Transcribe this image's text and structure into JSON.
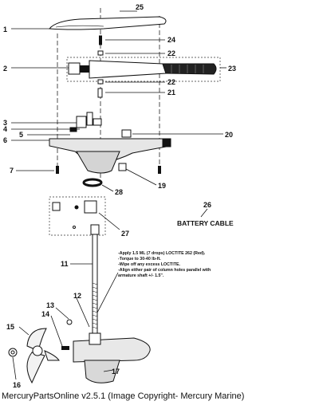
{
  "callouts": {
    "n1": "1",
    "n2": "2",
    "n3": "3",
    "n4": "4",
    "n5": "5",
    "n6": "6",
    "n7": "7",
    "n11": "11",
    "n12": "12",
    "n13": "13",
    "n14": "14",
    "n15": "15",
    "n16": "16",
    "n17": "17",
    "n19": "19",
    "n20": "20",
    "n21": "21",
    "n22a": "22",
    "n22b": "22",
    "n23": "23",
    "n24": "24",
    "n25": "25",
    "n26": "26",
    "n27": "27",
    "n28": "28"
  },
  "battery_label": "BATTERY CABLE",
  "notes": [
    "-Apply 1.5 ML (7 drops) LOCTITE 262 (Red).",
    "-Torque to 30-40 lb-ft.",
    "-Wipe off any excess LOCTITE.",
    "-Align either pair of column holes parallel with",
    "armature shaft +/- 1.5\"."
  ],
  "footer": "MercuryPartsOnline v2.5.1 (Image Copyright- Mercury Marine)"
}
